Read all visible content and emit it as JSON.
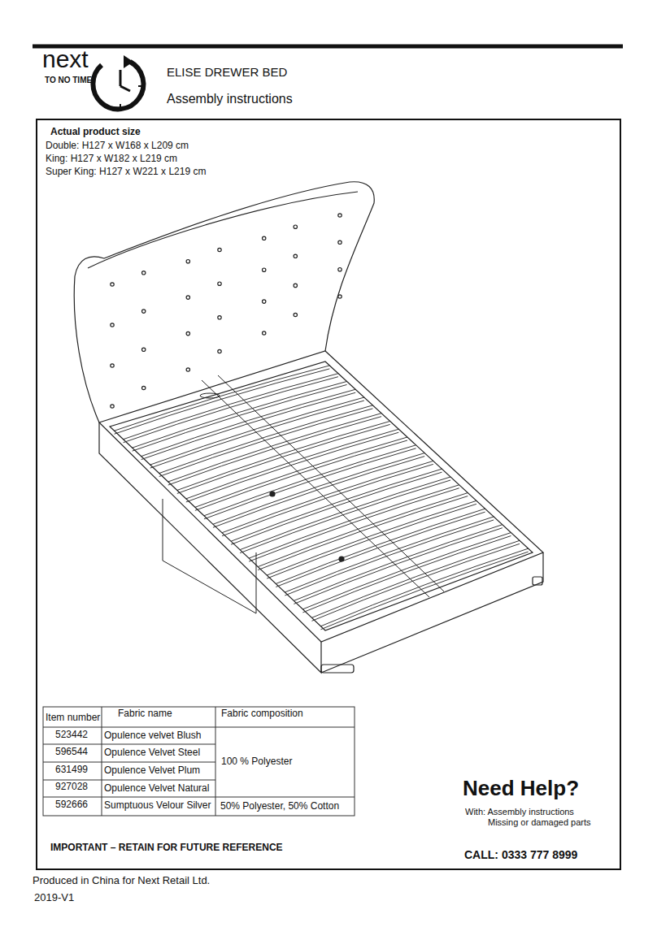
{
  "diagram": {
    "title": "ELISE DREWER BED",
    "labels": [
      "next",
      "TO NO TIME",
      "Assembly instructions",
      "Actual product size",
      "Double: H127 x W168 x L209 cm",
      "King: H127 x W182 x L219 cm",
      "Super King: H127 x W221 x L219 cm",
      "Item number",
      "Fabric name",
      "Fabric composition",
      "523442",
      "Opulence velvet Blush",
      "596544",
      "Opulence Velvet Steel",
      "631499",
      "Opulence Velvet Plum",
      "927028",
      "Opulence Velvet Natural",
      "592666",
      "Sumptuous Velour Silver",
      "100 %  Polyester",
      "50% Polyester, 50% Cotton",
      "Need Help?",
      "With: Assembly instructions",
      "Missing or damaged parts",
      "IMPORTANT – RETAIN FOR FUTURE REFERENCE",
      "CALL: 0333 777 8999",
      "Produced in China for Next Retail Ltd.",
      "2019-V1"
    ]
  }
}
